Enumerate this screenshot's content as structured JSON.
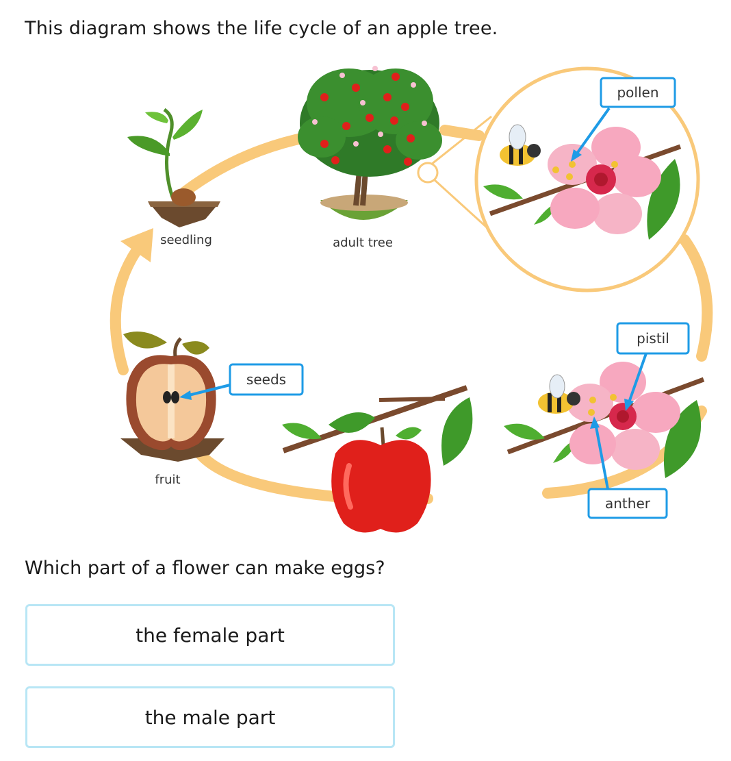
{
  "intro_text": "This diagram shows the life cycle of an apple tree.",
  "diagram": {
    "stage_labels": {
      "seedling": "seedling",
      "adult_tree": "adult tree",
      "fruit": "fruit"
    },
    "callouts": {
      "pollen": "pollen",
      "pistil": "pistil",
      "anther": "anther",
      "seeds": "seeds"
    },
    "colors": {
      "cycle_arrow": "#f9c97a",
      "callout_border": "#1e9be6",
      "petal": "#f7a8bf",
      "apple": "#e0201b",
      "leaf": "#3f9a2a"
    }
  },
  "question_text": "Which part of a flower can make eggs?",
  "choices": [
    "the female part",
    "the male part"
  ]
}
